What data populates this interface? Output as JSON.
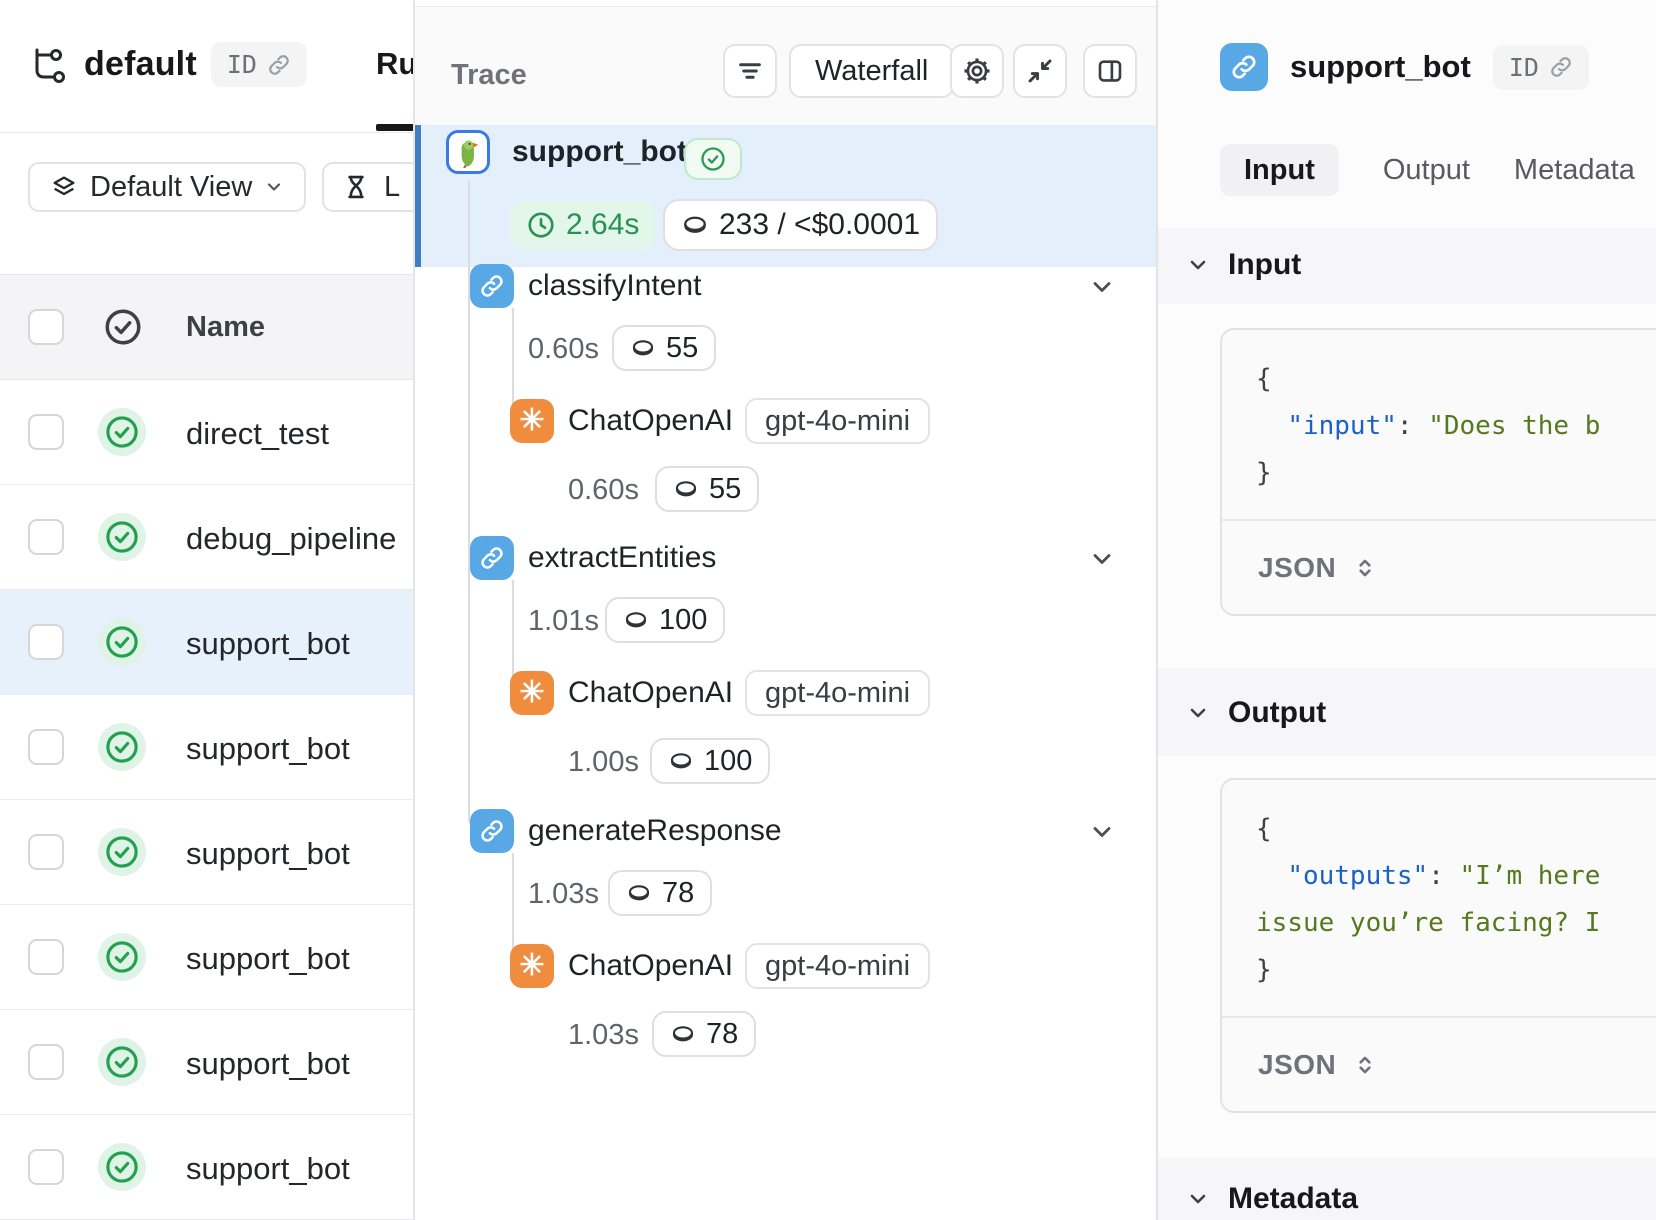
{
  "left_panel": {
    "title": "default",
    "id_badge_label": "ID",
    "runs_tab_label": "Ru",
    "view_button_label": "Default View",
    "range_button_label": "L",
    "table": {
      "name_header": "Name",
      "rows": [
        {
          "name": "direct_test",
          "status": "success",
          "selected": false
        },
        {
          "name": "debug_pipeline",
          "status": "success",
          "selected": false
        },
        {
          "name": "support_bot",
          "status": "success",
          "selected": true
        },
        {
          "name": "support_bot",
          "status": "success",
          "selected": false
        },
        {
          "name": "support_bot",
          "status": "success",
          "selected": false
        },
        {
          "name": "support_bot",
          "status": "success",
          "selected": false
        },
        {
          "name": "support_bot",
          "status": "success",
          "selected": false
        },
        {
          "name": "support_bot",
          "status": "success",
          "selected": false
        }
      ]
    }
  },
  "trace_panel": {
    "title": "Trace",
    "waterfall_button_label": "Waterfall",
    "root": {
      "name": "support_bot",
      "status": "success",
      "duration": "2.64s",
      "tokens_cost": "233 / <$0.0001"
    },
    "nodes": [
      {
        "name": "classifyIntent",
        "duration": "0.60s",
        "tokens": "55",
        "child": {
          "name": "ChatOpenAI",
          "model": "gpt-4o-mini",
          "duration": "0.60s",
          "tokens": "55"
        }
      },
      {
        "name": "extractEntities",
        "duration": "1.01s",
        "tokens": "100",
        "child": {
          "name": "ChatOpenAI",
          "model": "gpt-4o-mini",
          "duration": "1.00s",
          "tokens": "100"
        }
      },
      {
        "name": "generateResponse",
        "duration": "1.03s",
        "tokens": "78",
        "child": {
          "name": "ChatOpenAI",
          "model": "gpt-4o-mini",
          "duration": "1.03s",
          "tokens": "78"
        }
      }
    ]
  },
  "details_panel": {
    "title": "support_bot",
    "id_badge_label": "ID",
    "tabs": [
      {
        "label": "Input",
        "active": true
      },
      {
        "label": "Output",
        "active": false
      },
      {
        "label": "Metadata",
        "active": false
      }
    ],
    "input_section": {
      "heading": "Input",
      "code": {
        "brace_open": "{",
        "indent": "  ",
        "key": "\"input\"",
        "colon": ": ",
        "value": "\"Does the b",
        "brace_close": "}"
      },
      "format_label": "JSON"
    },
    "output_section": {
      "heading": "Output",
      "code": {
        "brace_open": "{",
        "indent": "  ",
        "key": "\"outputs\"",
        "colon": ": ",
        "value_line1": "\"I’m here",
        "value_line2": "issue you’re facing? I",
        "brace_close": "}"
      },
      "format_label": "JSON"
    },
    "metadata_section": {
      "heading": "Metadata"
    }
  },
  "colors": {
    "accent_blue": "#3e7ec2",
    "selected_row_blue": "#e7f1fc",
    "link_icon_blue": "#57a8e5",
    "openai_orange": "#ef8c3d",
    "success_green": "#22a04e",
    "time_green": "#2b9152",
    "code_key_blue": "#1a62c5",
    "code_string_green": "#55791e"
  }
}
